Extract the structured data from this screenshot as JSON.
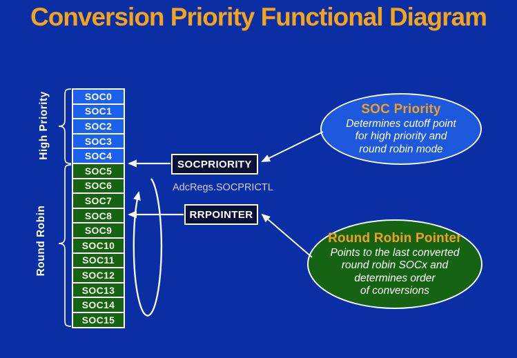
{
  "title": "Conversion Priority Functional Diagram",
  "stack": {
    "high_priority_label": "High Priority",
    "round_robin_label": "Round Robin",
    "high_priority_items": [
      "SOC0",
      "SOC1",
      "SOC2",
      "SOC3",
      "SOC4"
    ],
    "round_robin_items": [
      "SOC5",
      "SOC6",
      "SOC7",
      "SOC8",
      "SOC9",
      "SOC10",
      "SOC11",
      "SOC12",
      "SOC13",
      "SOC14",
      "SOC15"
    ]
  },
  "registers": {
    "soc_priority_label": "SOCPRIORITY",
    "rr_pointer_label": "RRPOINTER",
    "register_name": "AdcRegs.SOCPRICTL"
  },
  "callouts": {
    "soc_priority": {
      "heading": "SOC Priority",
      "body": "Determines cutoff point\nfor high priority and\nround robin mode"
    },
    "round_robin_pointer": {
      "heading": "Round Robin Pointer",
      "body": "Points to the last converted\nround robin SOCx and\ndetermines order\nof conversions"
    }
  },
  "colors": {
    "background": "#0A2EA4",
    "title_orange": "#F4A41C",
    "heading_orange": "#F0A01E",
    "high_priority_blue": "#1C60EE",
    "round_robin_green": "#156313",
    "register_box_navy": "#0A1138",
    "callout_blue": "#1E58DC",
    "callout_green": "#166413",
    "line_white": "#F5F8FF"
  }
}
